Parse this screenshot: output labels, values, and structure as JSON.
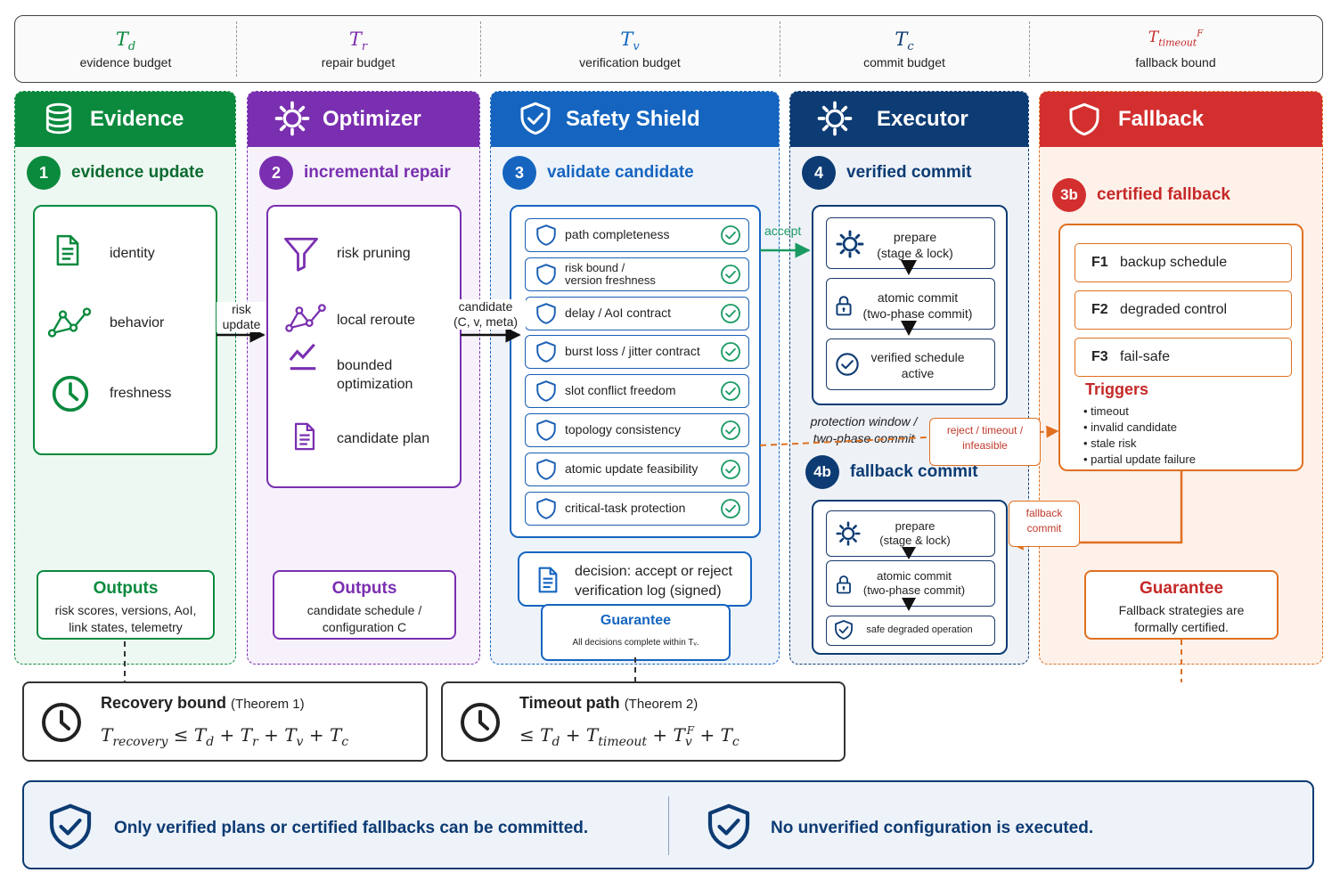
{
  "colors": {
    "evidence": "#0b8a3e",
    "optimizer": "#7a2fb0",
    "shield": "#1565c0",
    "executor": "#0d3b73",
    "fallback": "#d32f2f",
    "fallback_orange": "#e07020"
  },
  "budgets": [
    {
      "symbol": "Td",
      "sym_base": "T",
      "sym_sub": "d",
      "label": "evidence budget"
    },
    {
      "symbol": "Tr",
      "sym_base": "T",
      "sym_sub": "r",
      "label": "repair budget"
    },
    {
      "symbol": "Tv",
      "sym_base": "T",
      "sym_sub": "v",
      "label": "verification budget"
    },
    {
      "symbol": "Tc",
      "sym_base": "T",
      "sym_sub": "c",
      "label": "commit budget"
    },
    {
      "symbol": "Ttimeout^F",
      "sym_base": "T",
      "sym_sub": "timeout",
      "sym_sup": "F",
      "label": "fallback bound"
    }
  ],
  "evidence": {
    "title": "Evidence",
    "icon": "database-icon",
    "step_num": "1",
    "step_label": "evidence update",
    "items": [
      {
        "icon": "document-icon",
        "label": "identity"
      },
      {
        "icon": "graph-icon",
        "label": "behavior"
      },
      {
        "icon": "clock-icon",
        "label": "freshness"
      }
    ],
    "outputs_title": "Outputs",
    "outputs_line1": "risk scores, versions, AoI,",
    "outputs_line2": "link states, telemetry"
  },
  "arrow_risk": {
    "line1": "risk",
    "line2": "update"
  },
  "optimizer": {
    "title": "Optimizer",
    "icon": "gear-icon",
    "step_num": "2",
    "step_label": "incremental repair",
    "items": [
      {
        "icon": "funnel-icon",
        "label": "risk pruning"
      },
      {
        "icon": "graph-icon",
        "label": "local reroute"
      },
      {
        "icon": "trend-icon",
        "label_line1": "bounded",
        "label_line2": "optimization"
      },
      {
        "icon": "document-icon",
        "label": "candidate plan"
      }
    ],
    "outputs_title": "Outputs",
    "outputs_line1": "candidate schedule /",
    "outputs_line2": "configuration C"
  },
  "arrow_candidate": {
    "line1": "candidate",
    "line2": "(C, v, meta)"
  },
  "shield": {
    "title": "Safety Shield",
    "icon": "shield-check-icon",
    "step_num": "3",
    "step_label": "validate candidate",
    "checks": [
      "path completeness",
      "risk bound /|version freshness",
      "delay / AoI contract",
      "burst loss / jitter contract",
      "slot conflict freedom",
      "topology consistency",
      "atomic update feasibility",
      "critical-task protection"
    ],
    "decision_line1": "decision: accept or reject",
    "decision_line2": "verification log (signed)",
    "guarantee_title": "Guarantee",
    "guarantee_text": "All decisions complete within Tᵥ."
  },
  "arrow_accept": "accept",
  "executor": {
    "title": "Executor",
    "icon": "gear-icon",
    "step_num": "4",
    "step_label": "verified commit",
    "commit_steps": [
      {
        "icon": "gear-icon",
        "line1": "prepare",
        "line2": "(stage & lock)"
      },
      {
        "icon": "lock-icon",
        "line1": "atomic commit",
        "line2": "(two-phase commit)"
      },
      {
        "icon": "check-circle-icon",
        "line1": "verified schedule",
        "line2": "active"
      }
    ],
    "protection_line1": "protection window /",
    "protection_line2": "two-phase commit",
    "fallback_step_num": "4b",
    "fallback_step_label": "fallback commit",
    "fallback_steps": [
      {
        "icon": "gear-icon",
        "line1": "prepare",
        "line2": "(stage & lock)"
      },
      {
        "icon": "lock-icon",
        "line1": "atomic commit",
        "line2": "(two-phase commit)"
      },
      {
        "icon": "shield-check-icon",
        "line1": "safe degraded operation"
      }
    ]
  },
  "reject_note": {
    "line1": "reject / timeout /",
    "line2": "infeasible"
  },
  "fallback_note": {
    "line1": "fallback",
    "line2": "commit"
  },
  "fallback": {
    "title": "Fallback",
    "icon": "shield-icon",
    "step_num": "3b",
    "step_label": "certified fallback",
    "strategies": [
      {
        "code": "F1",
        "label": "backup schedule"
      },
      {
        "code": "F2",
        "label": "degraded control"
      },
      {
        "code": "F3",
        "label": "fail-safe"
      }
    ],
    "triggers_title": "Triggers",
    "triggers": [
      "timeout",
      "invalid candidate",
      "stale risk",
      "partial update failure"
    ],
    "guarantee_title": "Guarantee",
    "guarantee_line1": "Fallback strategies are",
    "guarantee_line2": "formally certified."
  },
  "recovery": {
    "title": "Recovery bound",
    "theorem": "(Theorem 1)",
    "formula": "T_recovery ≤ T_d + T_r + T_v + T_c"
  },
  "timeout": {
    "title": "Timeout path",
    "theorem": "(Theorem 2)",
    "formula": "≤ T_d + T_timeout + T_v^F + T_c"
  },
  "footer": {
    "left": "Only verified plans or certified fallbacks can be committed.",
    "right": "No unverified configuration is executed."
  }
}
